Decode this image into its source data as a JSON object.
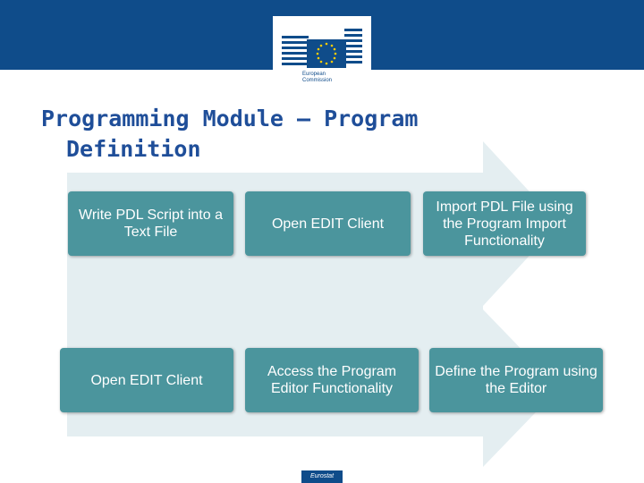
{
  "header": {
    "logo_line1": "European",
    "logo_line2": "Commission"
  },
  "title": {
    "line1": "Programming Module – Program",
    "line2": "Definition"
  },
  "flow": {
    "row1": [
      {
        "label": "Write PDL Script into a Text File"
      },
      {
        "label": "Open EDIT Client"
      },
      {
        "label": "Import PDL File using the Program Import Functionality"
      }
    ],
    "row2": [
      {
        "label": "Open EDIT Client"
      },
      {
        "label": "Access the Program Editor Functionality"
      },
      {
        "label": "Define the Program using the Editor"
      }
    ]
  },
  "footer": {
    "badge": "Eurostat"
  },
  "colors": {
    "header_band": "#0f4c8a",
    "title": "#1f4e99",
    "box_fill": "#4b959d",
    "arrow_fill": "#e4eef1"
  }
}
